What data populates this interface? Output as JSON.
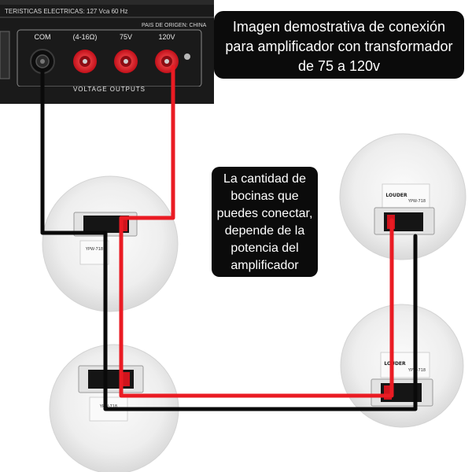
{
  "amplifier": {
    "specs_text": "TERISTICAS ELECTRICAS: 127 Vca 60 Hz",
    "origin_text": "PAIS DE ORIGEN: CHINA",
    "terminals": [
      "COM",
      "(4-16Ω)",
      "75V",
      "120V"
    ],
    "section_label": "VOLTAGE OUTPUTS"
  },
  "callout_top": {
    "lines": [
      "Imagen demostrativa de conexión",
      "para amplificador con transformador",
      "de 75 a 120v"
    ]
  },
  "callout_middle": {
    "lines": [
      "La cantidad de",
      "bocinas que",
      "puedes conectar,",
      "depende de la",
      "potencia del",
      "amplificador"
    ]
  },
  "speaker_labels": {
    "model_text": "YPW-718",
    "brand_text": "LOUDER"
  },
  "colors": {
    "wire_red": "#ea1b23",
    "wire_black": "#0a0a0a",
    "panel": "#1c1c1c",
    "callout_bg": "#0b0b0b",
    "speaker_body": "#f3f3f3"
  }
}
